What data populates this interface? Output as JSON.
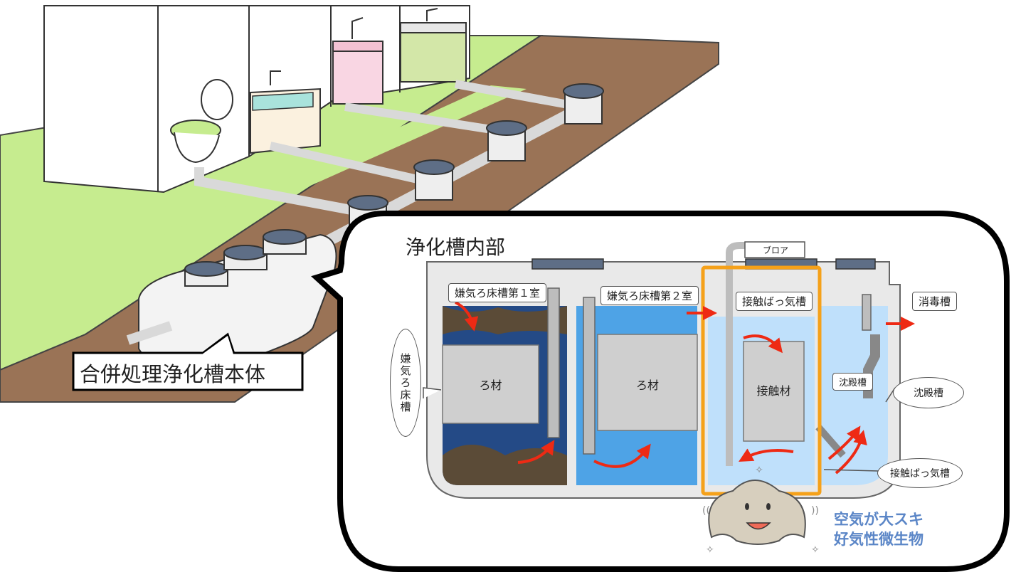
{
  "main_label": "合併処理浄化槽本体",
  "inset_title": "浄化槽内部",
  "blower_label": "ブロア",
  "chambers": {
    "anaerobic_1": "嫌気ろ床槽第１室",
    "anaerobic_2": "嫌気ろ床槽第２室",
    "aeration": "接触ばっ気槽",
    "disinfection": "消毒槽",
    "sedimentation": "沈殿槽"
  },
  "media": {
    "filter_1": "ろ材",
    "filter_2": "ろ材",
    "contact": "接触材"
  },
  "callouts": {
    "anaerobic": "嫌気ろ床槽",
    "sedimentation": "沈殿槽",
    "aeration": "接触ばっ気槽"
  },
  "mascot_caption": {
    "line1": "空気が大スキ",
    "line2": "好気性微生物"
  },
  "colors": {
    "lawn": "#c6ec8f",
    "soil": "#9a7356",
    "pipe": "#d9d9d9",
    "water_dark": "#244a86",
    "water_mid": "#4ea3e6",
    "water_light": "#bfe0fb",
    "arrow": "#ee2a14",
    "highlight": "#f5a11a",
    "caption": "#5b86c7"
  }
}
